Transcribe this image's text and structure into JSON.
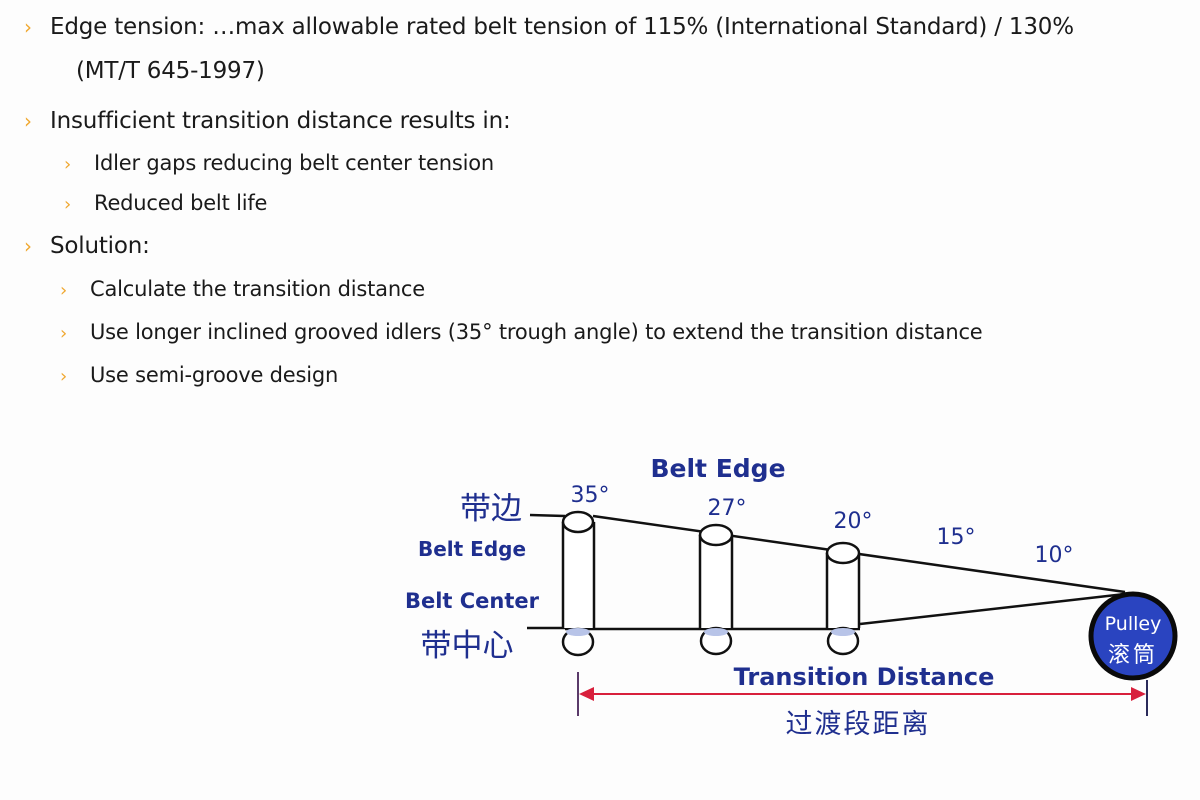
{
  "bullets": {
    "edge_tension": {
      "line1": "Edge tension: …max allowable rated belt tension of 115% (International Standard) / 130%",
      "line2": "(MT/T 645-1997)"
    },
    "insufficient": {
      "label": "Insufficient transition distance results in:",
      "children": [
        "Idler gaps reducing belt center tension",
        "Reduced belt life"
      ]
    },
    "solution": {
      "label": "Solution:",
      "children": [
        "Calculate the transition distance",
        "Use longer inclined grooved idlers (35° trough angle) to extend the transition distance",
        "Use semi-groove design"
      ]
    },
    "chevron": "›"
  },
  "diagram": {
    "title": "Belt Edge",
    "left_labels": {
      "edge_cn": "带边",
      "edge_en": "Belt Edge",
      "center_en": "Belt Center",
      "center_cn": "带中心"
    },
    "angles": [
      "35°",
      "27°",
      "20°",
      "15°",
      "10°"
    ],
    "pulley": {
      "en": "Pulley",
      "cn": "滚筒"
    },
    "transition": {
      "en": "Transition Distance",
      "cn": "过渡段距离"
    },
    "colors": {
      "label_blue": "#1f2f8f",
      "pulley_fill": "#2a44c0",
      "arrow_red": "#d8203c",
      "chevron_orange": "#f0a830",
      "idler_tint": "#b8c4e8"
    }
  }
}
